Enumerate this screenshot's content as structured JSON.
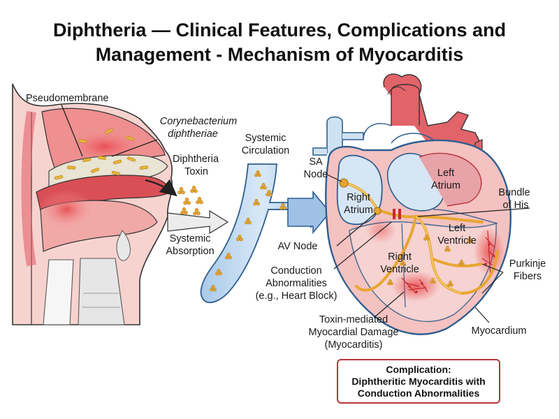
{
  "title": {
    "line1": "Diphtheria — Clinical Features, Complications and",
    "line2": "Management - Mechanism of Myocarditis"
  },
  "labels": {
    "pseudomembrane": "Pseudomembrane",
    "bacterium_1": "Corynebacterium",
    "bacterium_2": "diphtheriae",
    "toxin_1": "Diphtheria",
    "toxin_2": "Toxin",
    "systemic_circulation_1": "Systemic",
    "systemic_circulation_2": "Circulation",
    "systemic_absorption_1": "Systemic",
    "systemic_absorption_2": "Absorption",
    "sa_node_1": "SA",
    "sa_node_2": "Node",
    "right_atrium_1": "Right",
    "right_atrium_2": "Atrium",
    "left_atrium_1": "Left",
    "left_atrium_2": "Atrium",
    "bundle_of_his_1": "Bundle",
    "bundle_of_his_2": "of His",
    "left_ventricle_1": "Left",
    "left_ventricle_2": "Ventricle",
    "av_node": "AV Node",
    "right_ventricle_1": "Right",
    "right_ventricle_2": "Ventricle",
    "purkinje_1": "Purkinje",
    "purkinje_2": "Fibers",
    "conduction_1": "Conduction",
    "conduction_2": "Abnormalities",
    "conduction_3": "(e.g., Heart Block)",
    "damage_1": "Toxin-mediated",
    "damage_2": "Myocardial Damage",
    "damage_3": "(Myocarditis)",
    "myocardium": "Myocardium"
  },
  "complication_box": {
    "line1": "Complication:",
    "line2": "Diphtheritic Myocarditis with",
    "line3": "Conduction Abnormalities"
  },
  "colors": {
    "tissue_red": "#e2636a",
    "tissue_pink": "#f4c2c0",
    "vessel_blue": "#6fa8dc",
    "vessel_light": "#cfe2f3",
    "conduction_orange": "#e8a630",
    "box_border": "#b8343a"
  }
}
